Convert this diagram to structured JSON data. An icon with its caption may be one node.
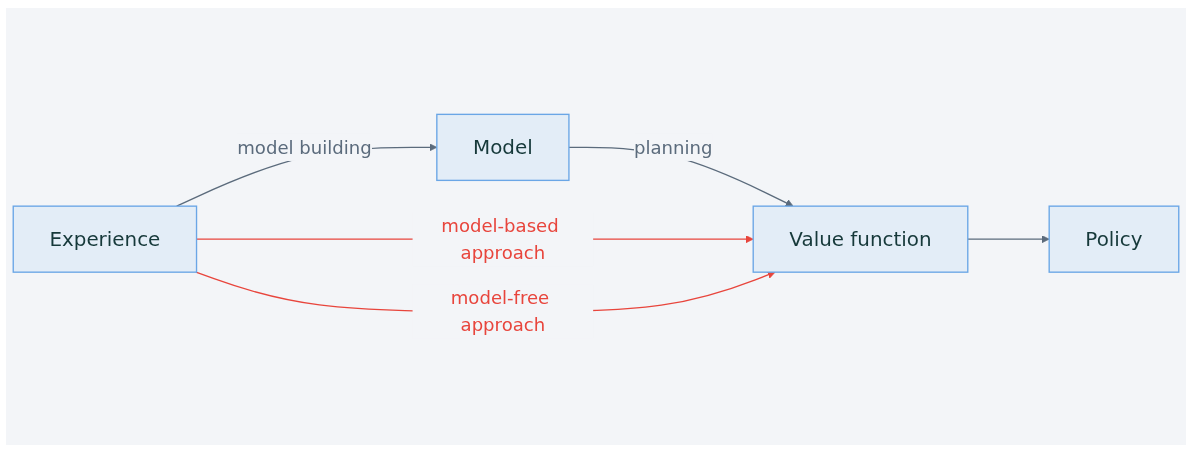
{
  "diagram": {
    "nodes": [
      {
        "text": [
          "Model"
        ]
      },
      {
        "text": [
          "Experience"
        ]
      },
      {
        "text": [
          "Value function"
        ]
      },
      {
        "text": [
          "Policy"
        ]
      }
    ],
    "edges": [
      {
        "from": 1,
        "to": 0,
        "arrow": "to",
        "label": "model building"
      },
      {
        "from": 0,
        "to": 2,
        "arrow": "to",
        "label": "planning"
      },
      {
        "from": 1,
        "to": 2,
        "arrow": "to",
        "label": "model-based approach",
        "color": "#e8453c"
      },
      {
        "from": 1,
        "to": 2,
        "arrow": "to",
        "label": "model-free approach",
        "color": "#e8453c"
      },
      {
        "from": 2,
        "to": 3,
        "arrow": "to"
      }
    ]
  }
}
